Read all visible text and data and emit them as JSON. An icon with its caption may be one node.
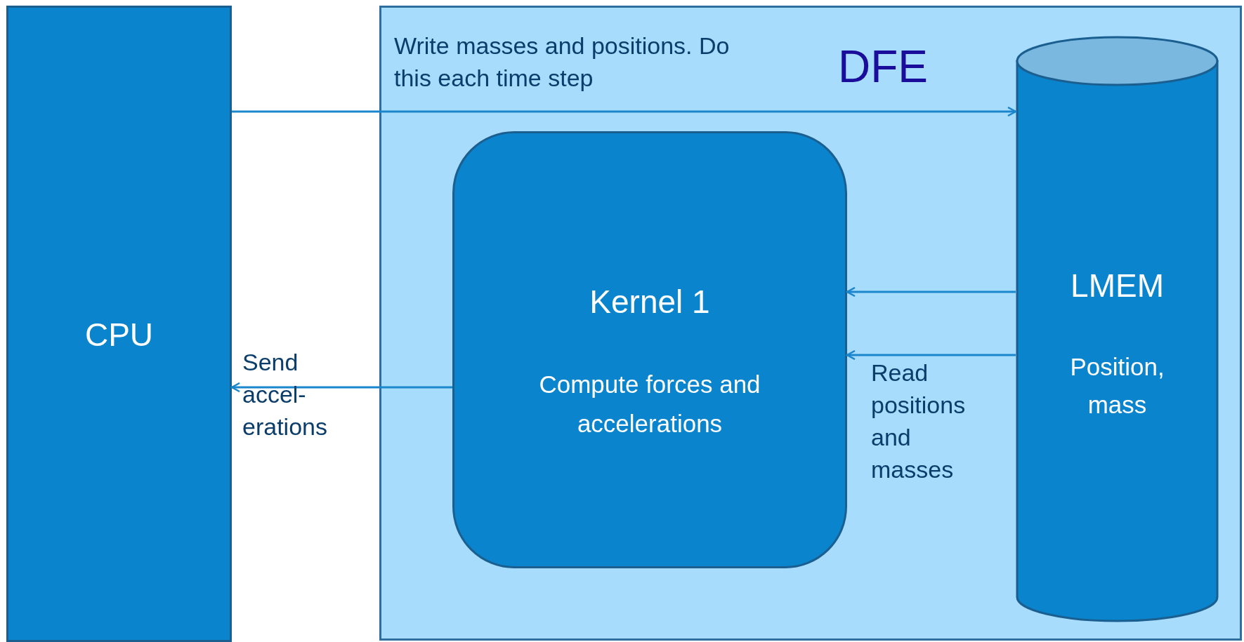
{
  "diagram": {
    "nodes": [
      {
        "text": [
          "CPU"
        ]
      },
      {
        "text": [
          "DFE"
        ]
      },
      {
        "text": [
          "Kernel 1",
          "Compute forces and accelerations"
        ],
        "in": 1
      },
      {
        "text": [
          "LMEM",
          "Position, mass"
        ],
        "in": 1
      }
    ],
    "edges": [
      {
        "from": 0,
        "to": 3,
        "arrow": "to",
        "label": "Write masses and positions. Do this each time step"
      },
      {
        "from": 3,
        "to": 2,
        "arrow": "to"
      },
      {
        "from": 3,
        "to": 2,
        "arrow": "to",
        "label": "Read positions and masses"
      },
      {
        "from": 2,
        "to": 0,
        "arrow": "to",
        "label": "Send accel- erations"
      }
    ]
  }
}
